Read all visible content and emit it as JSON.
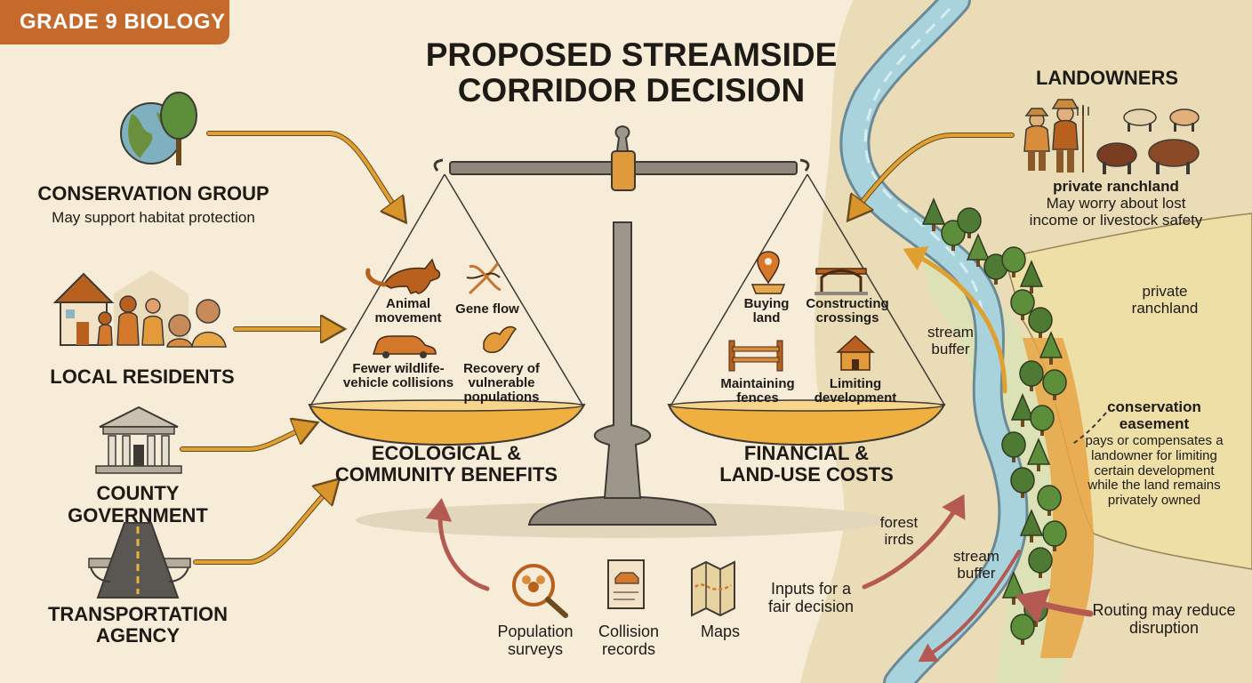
{
  "badge": "GRADE 9 BIOLOGY",
  "title": "PROPOSED STREAMSIDE CORRIDOR DECISION",
  "stakeholders": {
    "conservation": {
      "name": "CONSERVATION GROUP",
      "desc": "May support habitat protection"
    },
    "residents": {
      "name": "LOCAL RESIDENTS"
    },
    "county": {
      "name": "COUNTY GOVERNMENT"
    },
    "transport": {
      "name": "TRANSPORTATION AGENCY"
    },
    "landowners": {
      "name": "LANDOWNERS",
      "sub": "private ranchland",
      "desc": "May worry about lost income or livestock safety"
    }
  },
  "benefits": {
    "title": "ECOLOGICAL & COMMUNITY BENEFITS",
    "items": [
      "Animal movement",
      "Gene flow",
      "Fewer wildlife-vehicle collisions",
      "Recovery of vulnerable populations"
    ]
  },
  "costs": {
    "title": "FINANCIAL & LAND-USE COSTS",
    "items": [
      "Buying land",
      "Constructing crossings",
      "Maintaining fences",
      "Limiting development"
    ]
  },
  "inputs": {
    "label": "Inputs for a fair decision",
    "items": [
      "Population surveys",
      "Collision records",
      "Maps"
    ]
  },
  "map": {
    "ranchland": "private ranchland",
    "stream_buffer_1": "stream buffer",
    "stream_buffer_2": "stream buffer",
    "forest": "forest",
    "forest_scribble": "irrds",
    "easement_title": "conservation easement",
    "easement_desc": "pays or compensates a landowner for limiting certain development while the land remains privately owned",
    "routing": "Routing may reduce disruption"
  },
  "colors": {
    "accent": "#c66a2c",
    "arrow": "#e0a030",
    "pan": "#f0b040",
    "pan_edge": "#d98d1f",
    "river": "#a9d3dc",
    "forest": "#4f7a33",
    "red_arrow": "#b55a52"
  }
}
